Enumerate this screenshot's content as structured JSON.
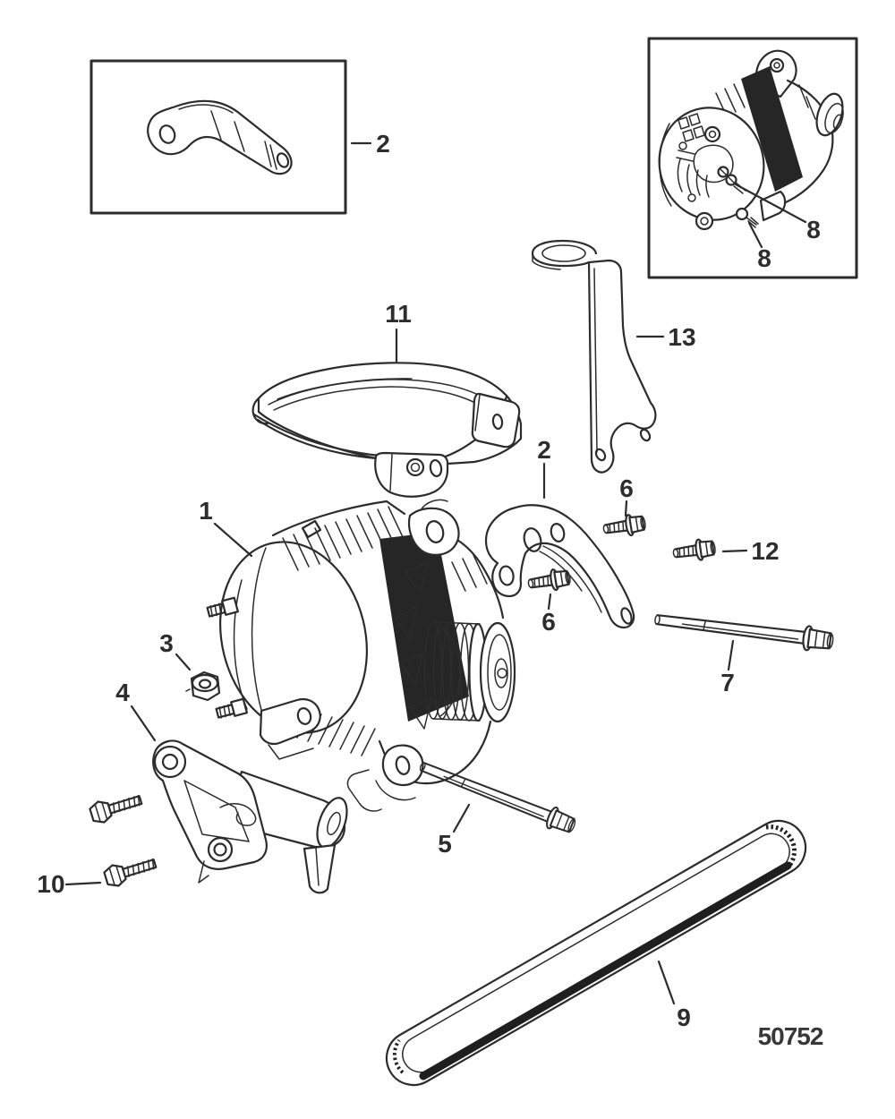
{
  "colors": {
    "line": "#2c2c2c",
    "background": "#ffffff",
    "dark_fill": "#262626"
  },
  "drawing_number": "50752",
  "callouts": {
    "alternator": "1",
    "bracket_inset": "2",
    "bracket_upper": "2",
    "nut": "3",
    "bracket_mount": "4",
    "bolt_pivot": "5",
    "screw_flange_top": "6",
    "screw_flange_bottom": "6",
    "bolt_long": "7",
    "terminal_screw_upper": "8",
    "terminal_screw_lower": "8",
    "belt": "9",
    "bolt_hex": "10",
    "cover": "11",
    "screw_small": "12",
    "bracket_support": "13"
  }
}
